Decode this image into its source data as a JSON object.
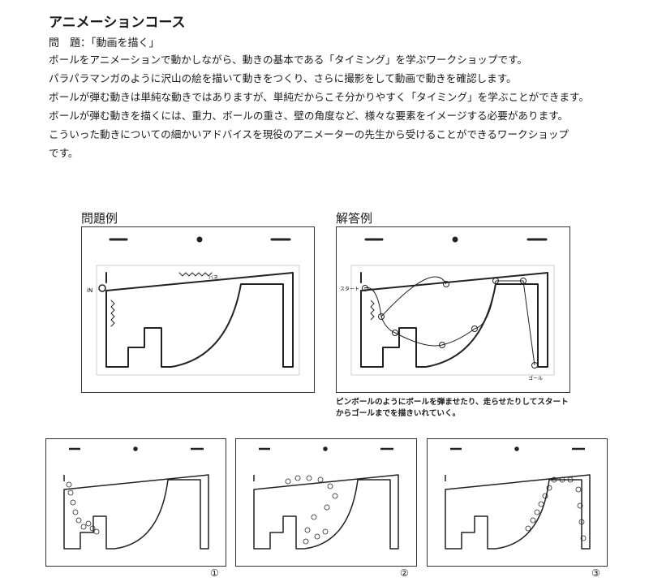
{
  "header": {
    "title": "アニメーションコース",
    "subtitle": "問　題：「動画を描く」"
  },
  "description": [
    "ボールをアニメーションで動かしながら、動きの基本である「タイミング」を学ぶワークショップです。",
    "パラパラマンガのように沢山の絵を描いて動きをつくり、さらに撮影をして動画で動きを確認します。",
    "ボールが弾む動きは単純な動きではありますが、単純だからこそ分かりやすく「タイミング」を学ぶことができます。",
    "ボールが弾む動きを描くには、重力、ボールの重さ、壁の角度など、様々な要素をイメージする必要があります。",
    "こういった動きについての細かいアドバイスを現役のアニメーターの先生から受けることができるワークショップ",
    "です。"
  ],
  "examples": {
    "problem_label": "問題例",
    "answer_label": "解答例",
    "answer_caption": [
      "ピンボールのようにボールを弾ませたり、走らせたりしてスタート",
      "からゴールまでを描きいれていく。"
    ],
    "sketch_notes": {
      "in_mark": "iN",
      "spring_mark": "バネ",
      "start_mark": "スタート",
      "goal_mark": "ゴール"
    }
  },
  "steps": [
    {
      "number": "①"
    },
    {
      "number": "②"
    },
    {
      "number": "③"
    }
  ]
}
